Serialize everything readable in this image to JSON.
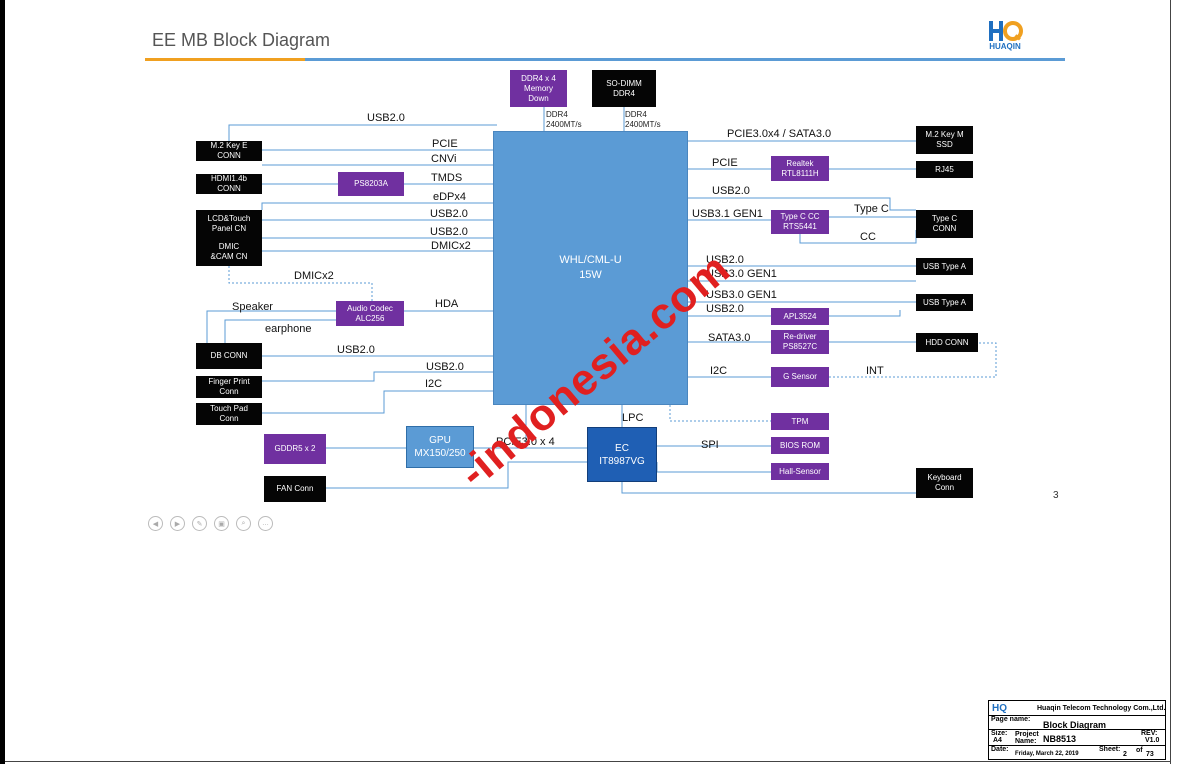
{
  "header": {
    "title": "EE MB Block Diagram",
    "logo_text": "HUAQIN",
    "page_number": "3"
  },
  "colors": {
    "purple_block": "#7030a0",
    "black_block": "#050505",
    "cpu_block": "#5b9bd5",
    "ec_block": "#1f5fb4",
    "title_line_orange": "#f0a020",
    "title_line_blue": "#5b9bd5"
  },
  "blocks": {
    "cpu": "WHL/CML-U\n15W",
    "ddr4_down": "DDR4 x 4\nMemory\nDown",
    "sodimm": "SO-DIMM\nDDR4",
    "m2_key_e": "M.2 Key E\nCONN",
    "hdmi": "HDMI1.4b\nCONN",
    "ps8203a": "PS8203A",
    "lcd_touch": "LCD&Touch\nPanel CN",
    "dmic_cam": "DMIC\n&CAM CN",
    "audio_codec": "Audio Codec\nALC256",
    "db_conn": "DB CONN",
    "finger_print": "Finger Print\nConn",
    "touch_pad": "Touch Pad\nConn",
    "gddr5": "GDDR5 x 2",
    "gpu": "GPU\nMX150/250",
    "fan_conn": "FAN Conn",
    "ec": "EC\nIT8987VG",
    "m2_key_m": "M.2 Key M\nSSD",
    "realtek": "Realtek\nRTL8111H",
    "rj45": "RJ45",
    "type_c_cc": "Type C CC\nRTS5441",
    "type_c_conn": "Type C\nCONN",
    "usb_type_a_1": "USB Type A",
    "usb_type_a_2": "USB Type A",
    "apl3524": "APL3524",
    "redriver": "Re-driver\nPS8527C",
    "hdd_conn": "HDD CONN",
    "g_sensor": "G Sensor",
    "tpm": "TPM",
    "bios_rom": "BIOS ROM",
    "hall_sensor": "Hall-Sensor",
    "keyboard_conn": "Keyboard\nConn"
  },
  "labels": {
    "usb20_top": "USB2.0",
    "pcie_left": "PCIE",
    "cnvi": "CNVi",
    "tmds": "TMDS",
    "edpx4": "eDPx4",
    "usb20_lcd": "USB2.0",
    "usb20_cam": "USB2.0",
    "dmicx2_right": "DMICx2",
    "dmicx2_left": "DMICx2",
    "speaker": "Speaker",
    "hda": "HDA",
    "earphone": "earphone",
    "usb20_db": "USB2.0",
    "usb20_fp": "USB2.0",
    "i2c_left": "I2C",
    "pcie30x4": "PCIE3.0 x 4",
    "lpc": "LPC",
    "spi": "SPI",
    "ddr4_left": "DDR4\n2400MT/s",
    "ddr4_right": "DDR4\n2400MT/s",
    "pcie_sata": "PCIE3.0x4 / SATA3.0",
    "pcie_right": "PCIE",
    "usb20_right1": "USB2.0",
    "usb31": "USB3.1 GEN1",
    "type_c_label": "Type C",
    "cc": "CC",
    "usb20_right2": "USB2.0",
    "usb30_1": "USB3.0 GEN1",
    "usb30_2": "USB3.0 GEN1",
    "usb20_right3": "USB2.0",
    "sata30": "SATA3.0",
    "i2c_right": "I2C",
    "int": "INT"
  },
  "nav_buttons": [
    "◀",
    "▶",
    "✎",
    "▣",
    "⌕",
    "…"
  ],
  "watermark": "-indonesia.com",
  "title_block": {
    "company": "Huaqin Telecom Technology Com.,Ltd.",
    "page_name_label": "Page name:",
    "page_name": "Block Diagram",
    "size_label": "Size:",
    "size": "A4",
    "project_label": "Project Name:",
    "project": "NB8513",
    "rev_label": "REV:",
    "rev": "V1.0",
    "date_label": "Date:",
    "date": "Friday, March 22, 2019",
    "sheet_label": "Sheet:",
    "sheet": "2",
    "of_label": "of",
    "total": "73"
  }
}
